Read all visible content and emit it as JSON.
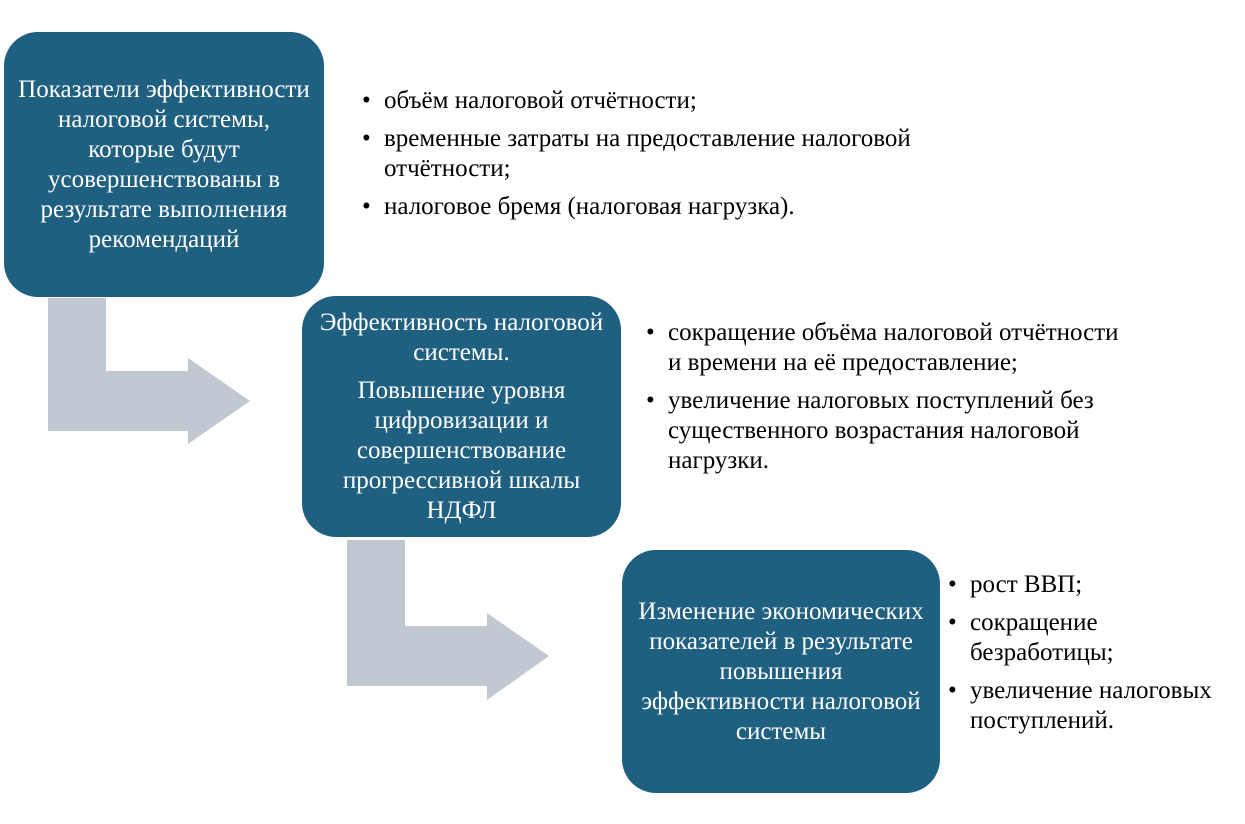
{
  "colors": {
    "box": "#1f5f80",
    "arrow": "#c1c8d2",
    "box_text": "#ffffff",
    "bullet_text": "#000000"
  },
  "block1": {
    "box_text": "Показатели эффективности налоговой системы, которые будут усовершенствованы в результате выполнения рекомендаций",
    "items": [
      "объём налоговой отчётности;",
      "временные затраты на предоставление налоговой отчётности;",
      "налоговое бремя (налоговая нагрузка)."
    ]
  },
  "block2": {
    "box_line1": "Эффективность налоговой системы.",
    "box_line2": "Повышение уровня цифровизации и совершенствование прогрессивной шкалы НДФЛ",
    "items": [
      "сокращение объёма налоговой отчётности и времени на её предоставление;",
      "увеличение налоговых поступлений без существенного возрастания налоговой нагрузки."
    ]
  },
  "block3": {
    "box_text": "Изменение экономических показателей в результате повышения эффективности налоговой системы",
    "items": [
      "рост ВВП;",
      "сокращение безработицы;",
      "увеличение налоговых поступлений."
    ]
  }
}
